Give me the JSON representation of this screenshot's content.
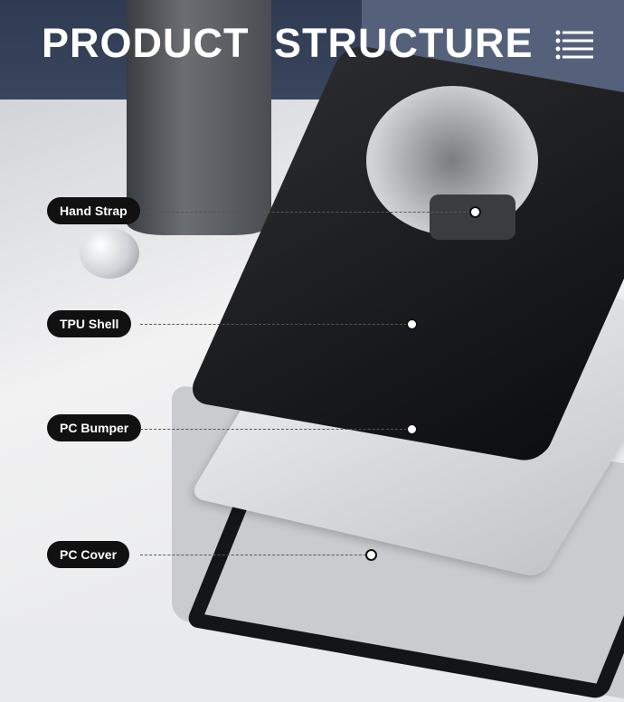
{
  "title": "PRODUCT  STRUCTURE",
  "labels": [
    "Hand Strap",
    "TPU Shell",
    "PC Bumper",
    "PC Cover"
  ]
}
